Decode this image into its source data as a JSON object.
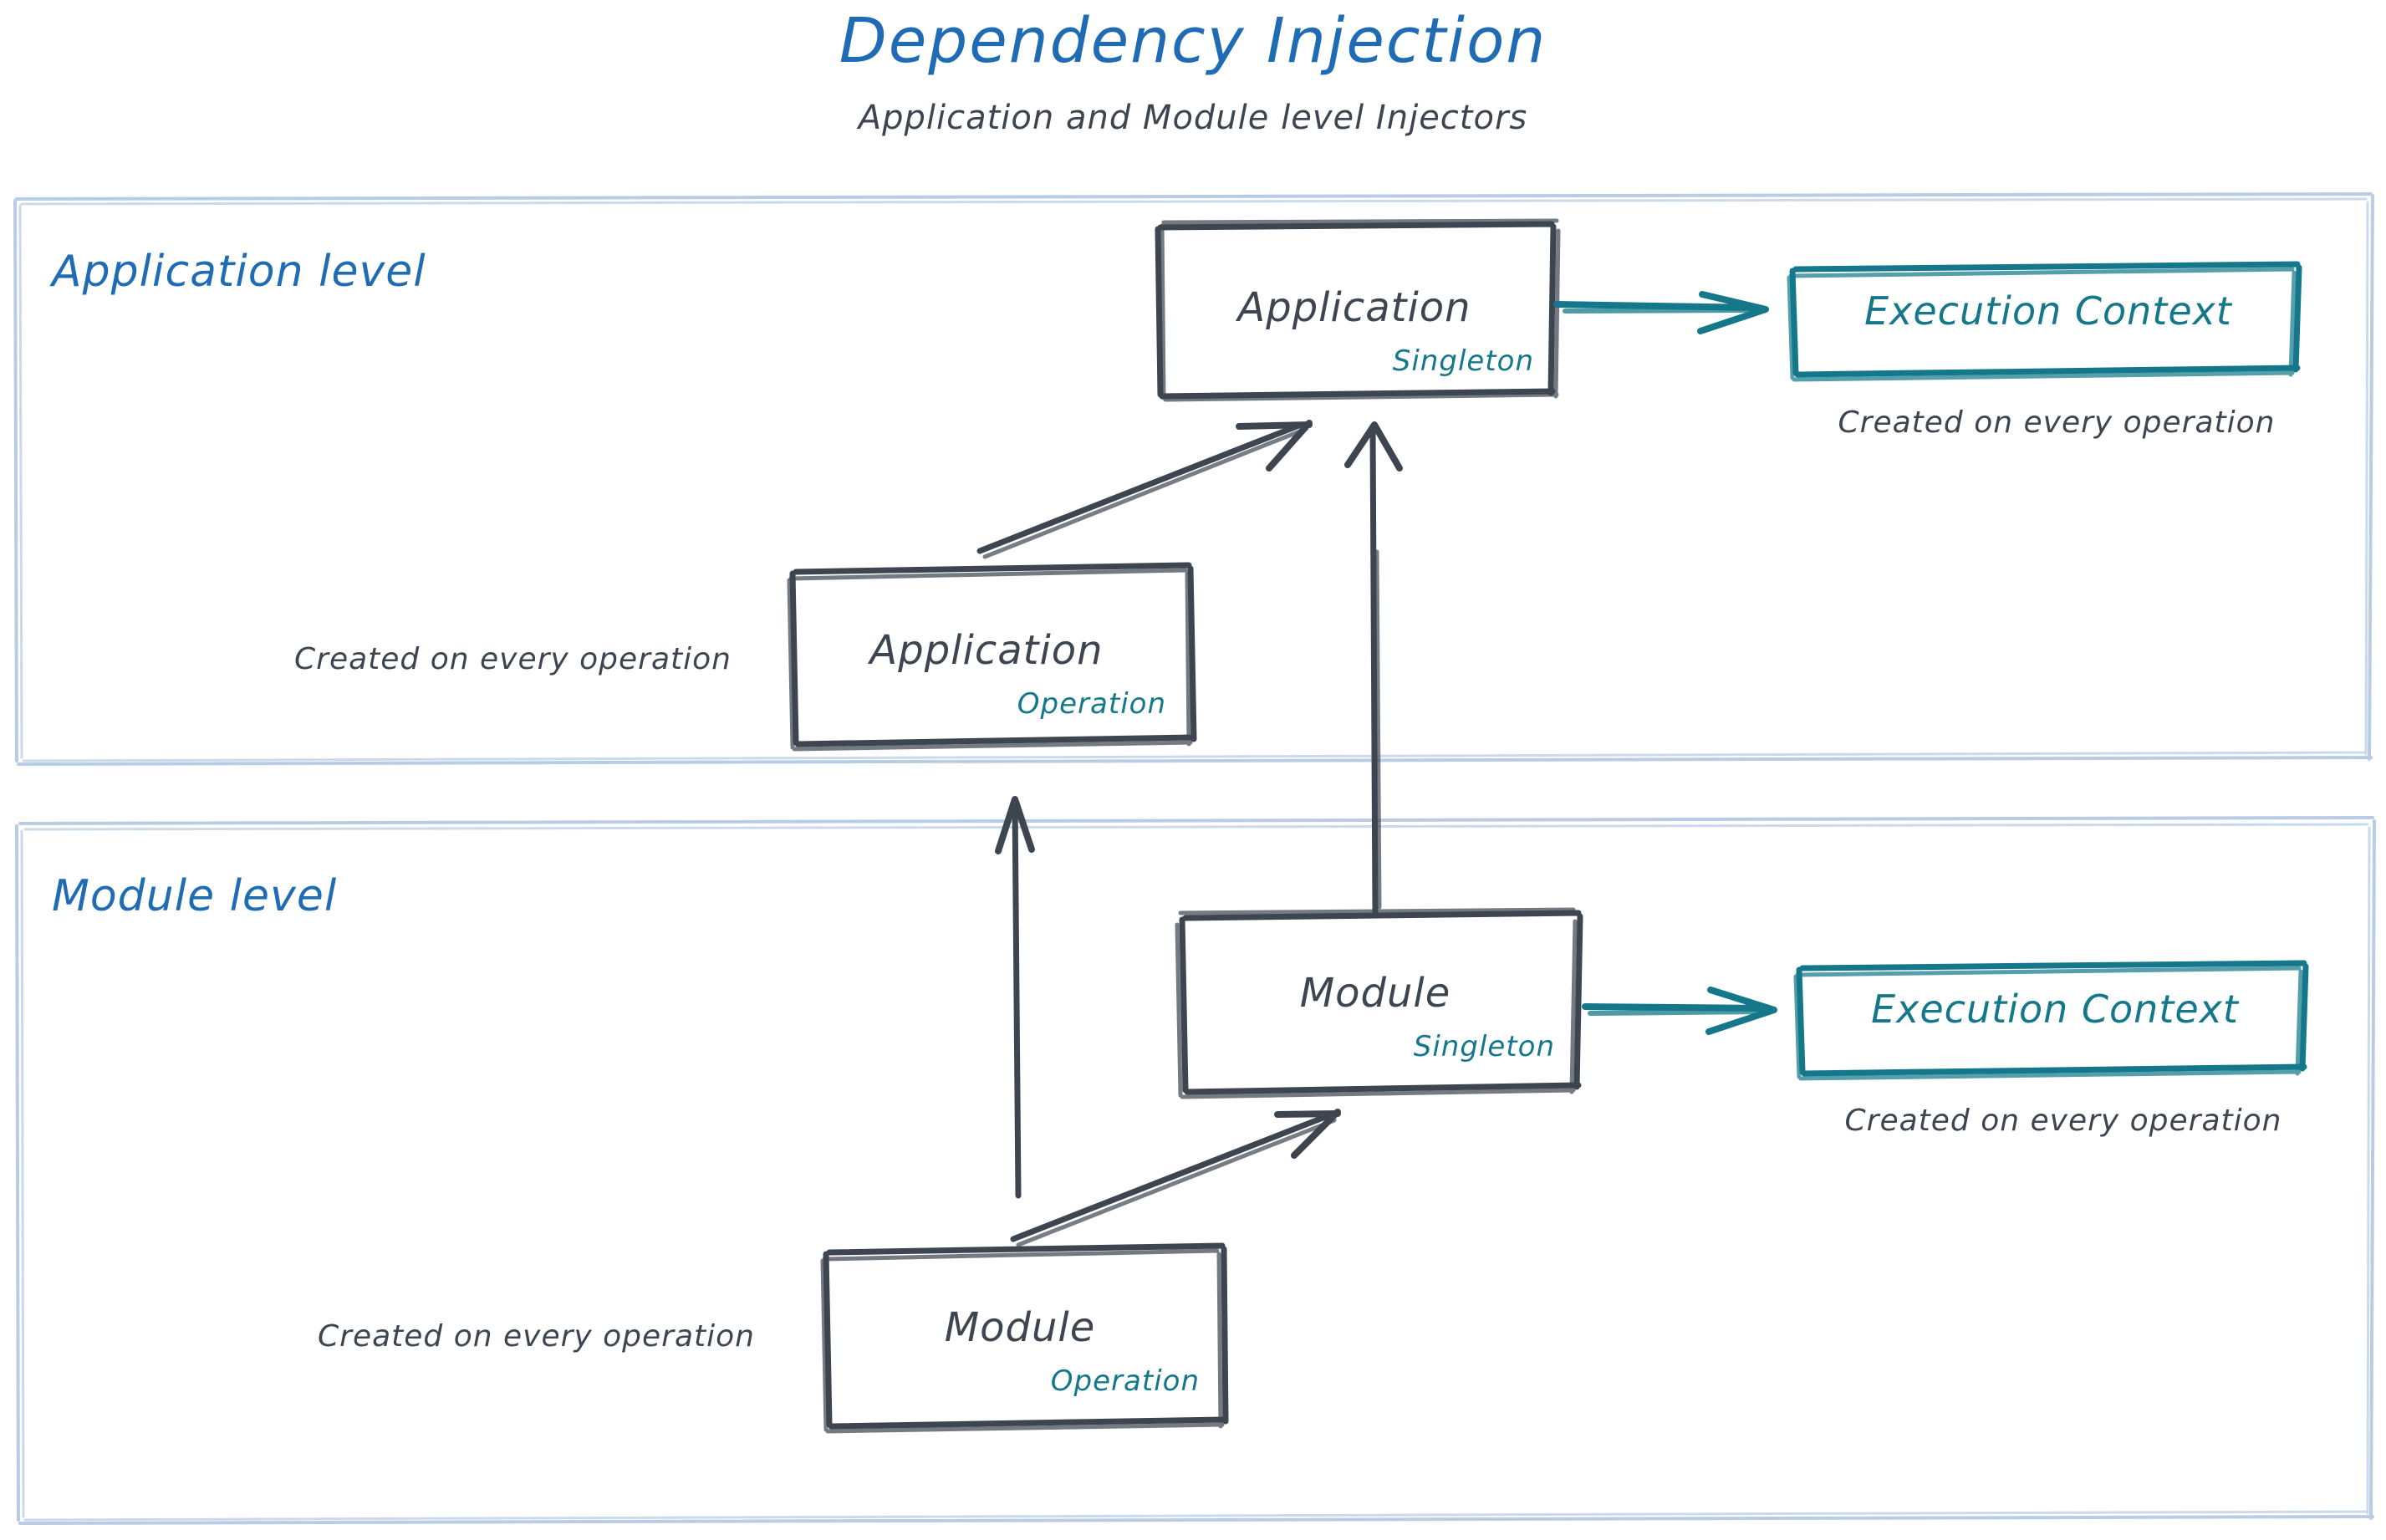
{
  "header": {
    "title": "Dependency Injection",
    "subtitle": "Application and Module level Injectors"
  },
  "colors": {
    "title_blue": "#1f6cb4",
    "lane_border": "#b8cde4",
    "node_stroke": "#3d4650",
    "scope_teal": "#14788a",
    "text_dark": "#3d4650",
    "background": "#ffffff"
  },
  "lanes": [
    {
      "id": "application-level",
      "label": "Application level"
    },
    {
      "id": "module-level",
      "label": "Module level"
    }
  ],
  "nodes": [
    {
      "id": "application-singleton",
      "title": "Application",
      "scope": "Singleton",
      "lane": "application-level"
    },
    {
      "id": "application-operation",
      "title": "Application",
      "scope": "Operation",
      "lane": "application-level"
    },
    {
      "id": "module-singleton",
      "title": "Module",
      "scope": "Singleton",
      "lane": "module-level"
    },
    {
      "id": "module-operation",
      "title": "Module",
      "scope": "Operation",
      "lane": "module-level"
    }
  ],
  "context_nodes": [
    {
      "id": "execution-context-application",
      "title": "Execution Context",
      "caption": "Created on every operation",
      "lane": "application-level"
    },
    {
      "id": "execution-context-module",
      "title": "Execution Context",
      "caption": "Created on every operation",
      "lane": "module-level"
    }
  ],
  "captions": [
    {
      "id": "caption-application-operation",
      "text": "Created on every operation"
    },
    {
      "id": "caption-module-operation",
      "text": "Created on every operation"
    }
  ],
  "edges": [
    {
      "id": "edge-app-operation-to-app-singleton",
      "from": "application-operation",
      "to": "application-singleton",
      "style": "diagonal",
      "color": "#3d4650"
    },
    {
      "id": "edge-app-singleton-to-exec-context",
      "from": "application-singleton",
      "to": "execution-context-application",
      "style": "horizontal",
      "color": "#14788a"
    },
    {
      "id": "edge-mod-singleton-to-app-singleton",
      "from": "module-singleton",
      "to": "application-singleton",
      "style": "vertical",
      "color": "#3d4650"
    },
    {
      "id": "edge-mod-operation-to-app-operation",
      "from": "module-operation",
      "to": "application-operation",
      "style": "vertical",
      "color": "#3d4650"
    },
    {
      "id": "edge-mod-operation-to-mod-singleton",
      "from": "module-operation",
      "to": "module-singleton",
      "style": "diagonal",
      "color": "#3d4650"
    },
    {
      "id": "edge-mod-singleton-to-exec-context",
      "from": "module-singleton",
      "to": "execution-context-module",
      "style": "horizontal",
      "color": "#14788a"
    }
  ]
}
